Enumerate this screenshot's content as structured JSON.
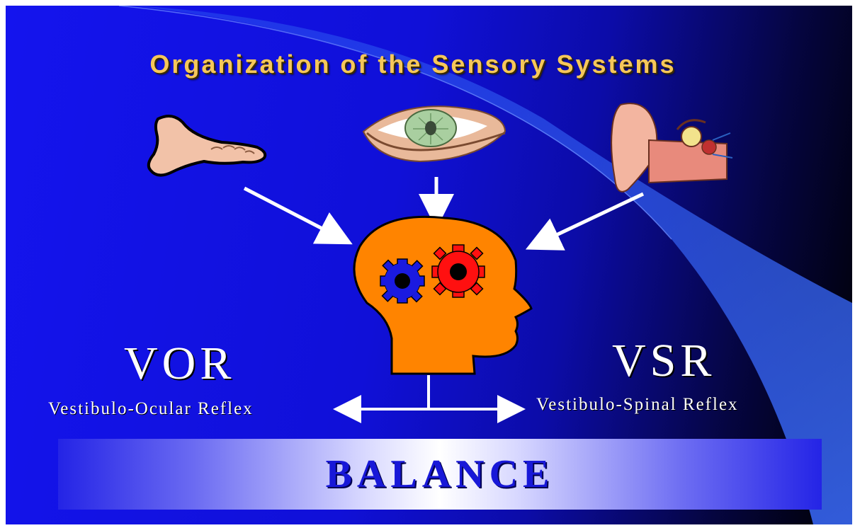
{
  "slide": {
    "title": "Organization of the Sensory Systems",
    "senses": [
      {
        "name": "foot-icon"
      },
      {
        "name": "eye-icon"
      },
      {
        "name": "ear-icon"
      }
    ],
    "center": {
      "name": "head-with-gears-icon"
    },
    "left_output": {
      "abbrev": "VOR",
      "full": "Vestibulo-Ocular Reflex"
    },
    "right_output": {
      "abbrev": "VSR",
      "full": "Vestibulo-Spinal Reflex"
    },
    "result": "BALANCE"
  },
  "colors": {
    "background": "#1414ee",
    "title": "#f6c75a",
    "head": "#ff8400",
    "gear_left": "#1a1ae0",
    "gear_right": "#ff1010",
    "balance_text": "#1818d8"
  }
}
